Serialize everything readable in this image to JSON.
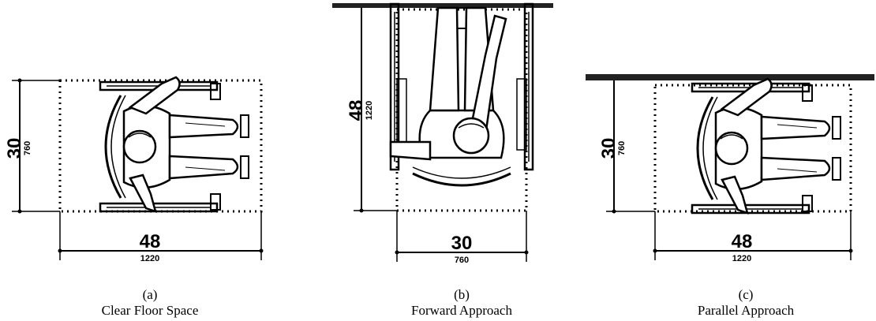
{
  "figures": [
    {
      "id": "a",
      "letter": "(a)",
      "caption": "Clear Floor Space",
      "dim_vertical": {
        "main": "30",
        "metric": "760"
      },
      "dim_horizontal": {
        "main": "48",
        "metric": "1220"
      }
    },
    {
      "id": "b",
      "letter": "(b)",
      "caption": "Forward Approach",
      "dim_vertical": {
        "main": "48",
        "metric": "1220"
      },
      "dim_horizontal": {
        "main": "30",
        "metric": "760"
      }
    },
    {
      "id": "c",
      "letter": "(c)",
      "caption": "Parallel Approach",
      "dim_vertical": {
        "main": "30",
        "metric": "760"
      },
      "dim_horizontal": {
        "main": "48",
        "metric": "1220"
      }
    }
  ]
}
